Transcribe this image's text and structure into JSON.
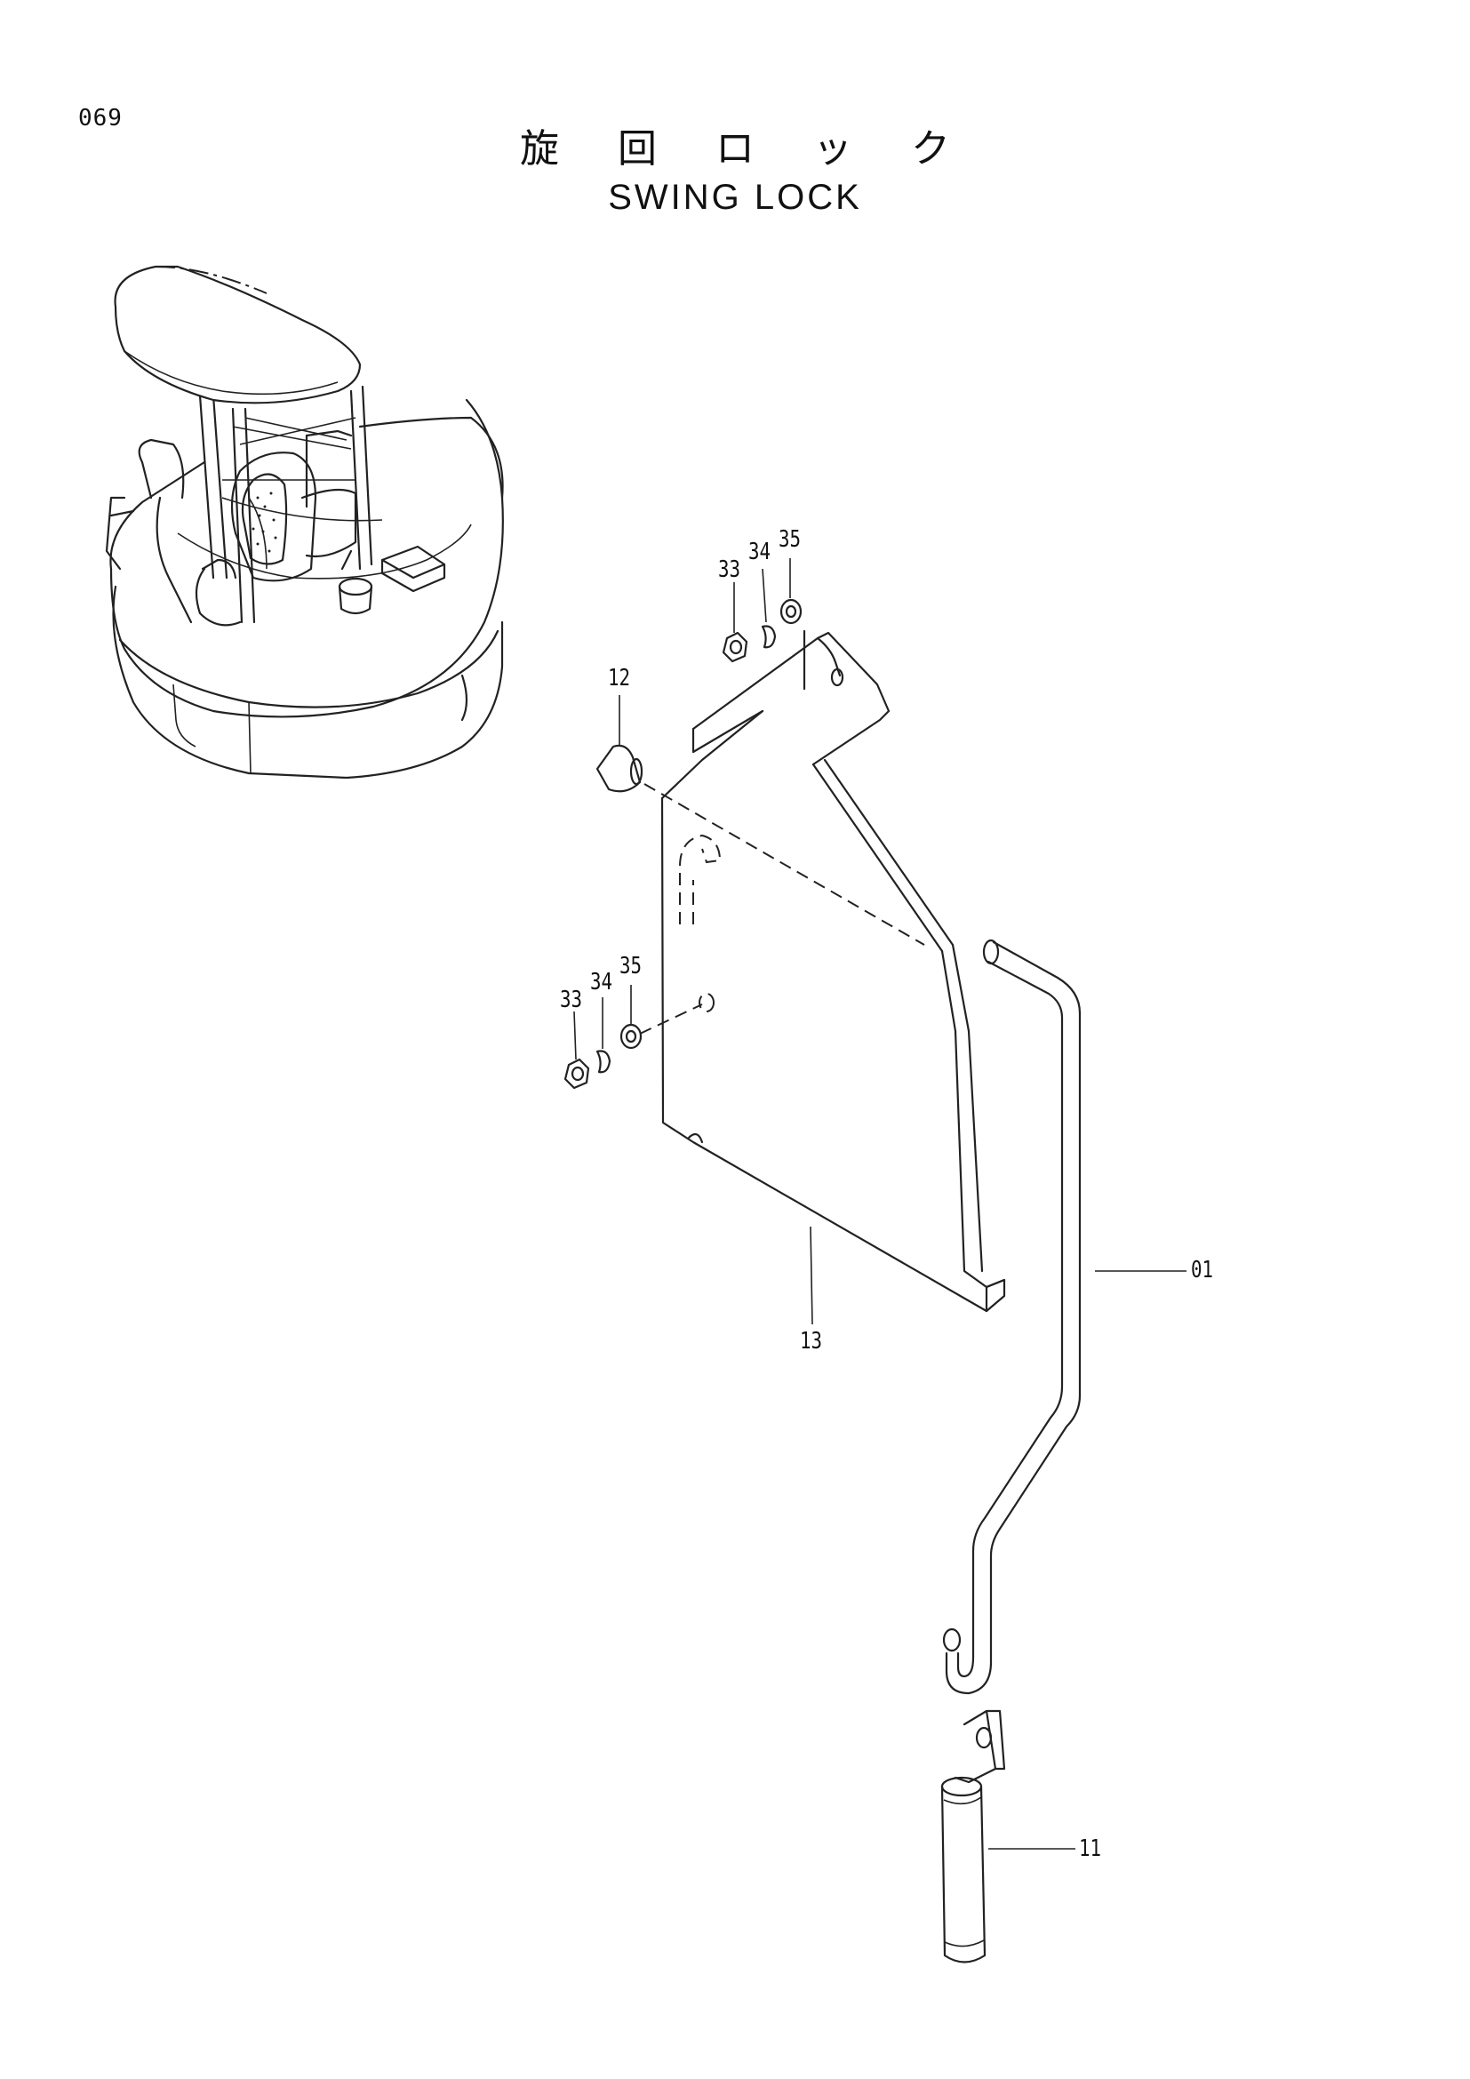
{
  "page": {
    "number": "069"
  },
  "title": {
    "japanese": "旋 回 ロ ッ ク",
    "english": "SWING LOCK"
  },
  "callouts": {
    "upper_nut": "33",
    "upper_spring_washer": "34",
    "upper_washer": "35",
    "lower_nut": "33",
    "lower_spring_washer": "34",
    "lower_washer": "35",
    "cap": "12",
    "cover_plate": "13",
    "lock_rod": "01",
    "lock_pin": "11"
  }
}
